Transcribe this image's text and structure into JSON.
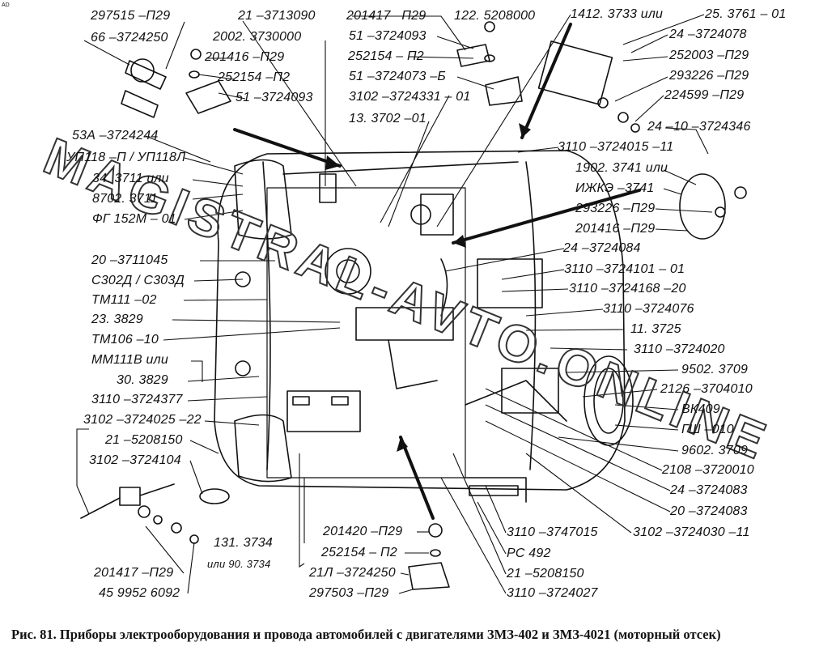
{
  "figure": {
    "caption": "Рис. 81. Приборы электрооборудования и провода автомобилей с двигателями ЗМЗ-402 и ЗМЗ-4021 (моторный отсек)",
    "watermark": "MAGISTRAL-AVTO.ONLINE",
    "corner_mark": "AD"
  },
  "labels": {
    "l1": "297515 –П29",
    "l2": "66 –3724250",
    "l3": "21 –3713090",
    "l4": "2002. 3730000",
    "l5": "201416 –П29",
    "l6": "252154 –П2",
    "l7": "51 –3724093",
    "l8": "201417 –П29",
    "l9": "122. 5208000",
    "l10": "51 –3724093",
    "l11": "252154 – П2",
    "l12": "51 –3724073 –Б",
    "l13": "3102 –3724331 – 01",
    "l14": "13. 3702 –01",
    "l15": "1412. 3733 или",
    "l16": "25. 3761 – 01",
    "l17": "24 –3724078",
    "l18": "252003 –П29",
    "l19": "293226 –П29",
    "l20": "224599 –П29",
    "l21": "24 –10 –3724346",
    "l22": "53А –3724244",
    "l23": "УП118 –П / УП118Л",
    "l24": "34. 3711 или",
    "l25": "8702. 3711",
    "l26": "ФГ 152М – 01",
    "l27": "3110 –3724015 –11",
    "l28": "1902. 3741 или",
    "l29": "ИЖКЭ –3741",
    "l30": "293226 –П29",
    "l31": "201416 –П29",
    "l32": "24 –3724084",
    "l33": "20 –3711045",
    "l34": "3110 –3724101 – 01",
    "l35": "С302Д / С303Д",
    "l36": "3110 –3724168 –20",
    "l37": "ТМ111 –02",
    "l38": "3110 –3724076",
    "l39": "23. 3829",
    "l40": "11. 3725",
    "l41": "ТМ106 –10",
    "l42": "3110 –3724020",
    "l43": "ММ111В или",
    "l44": "9502. 3709",
    "l45": "30. 3829",
    "l46": "2126 –3704010",
    "l47": "3110 –3724377",
    "l48": "ВК409",
    "l49": "3102 –3724025 –22",
    "l50": "ГШ –010",
    "l51": "21 –5208150",
    "l52": "9602. 3709",
    "l53": "3102 –3724104",
    "l54": "2108 –3720010",
    "l55": "24 –3724083",
    "l56": "20 –3724083",
    "l57": "201420 –П29",
    "l58": "3110 –3747015",
    "l59": "3102 –3724030 –11",
    "l60": "131. 3734",
    "l61": "или 90. 3734",
    "l62": "252154 – П2",
    "l63": "РС 492",
    "l64": "201417 –П29",
    "l65": "21Л –3724250",
    "l66": "21 –5208150",
    "l67": "45 9952 6092",
    "l68": "297503 –П29",
    "l69": "3110 –3724027"
  }
}
